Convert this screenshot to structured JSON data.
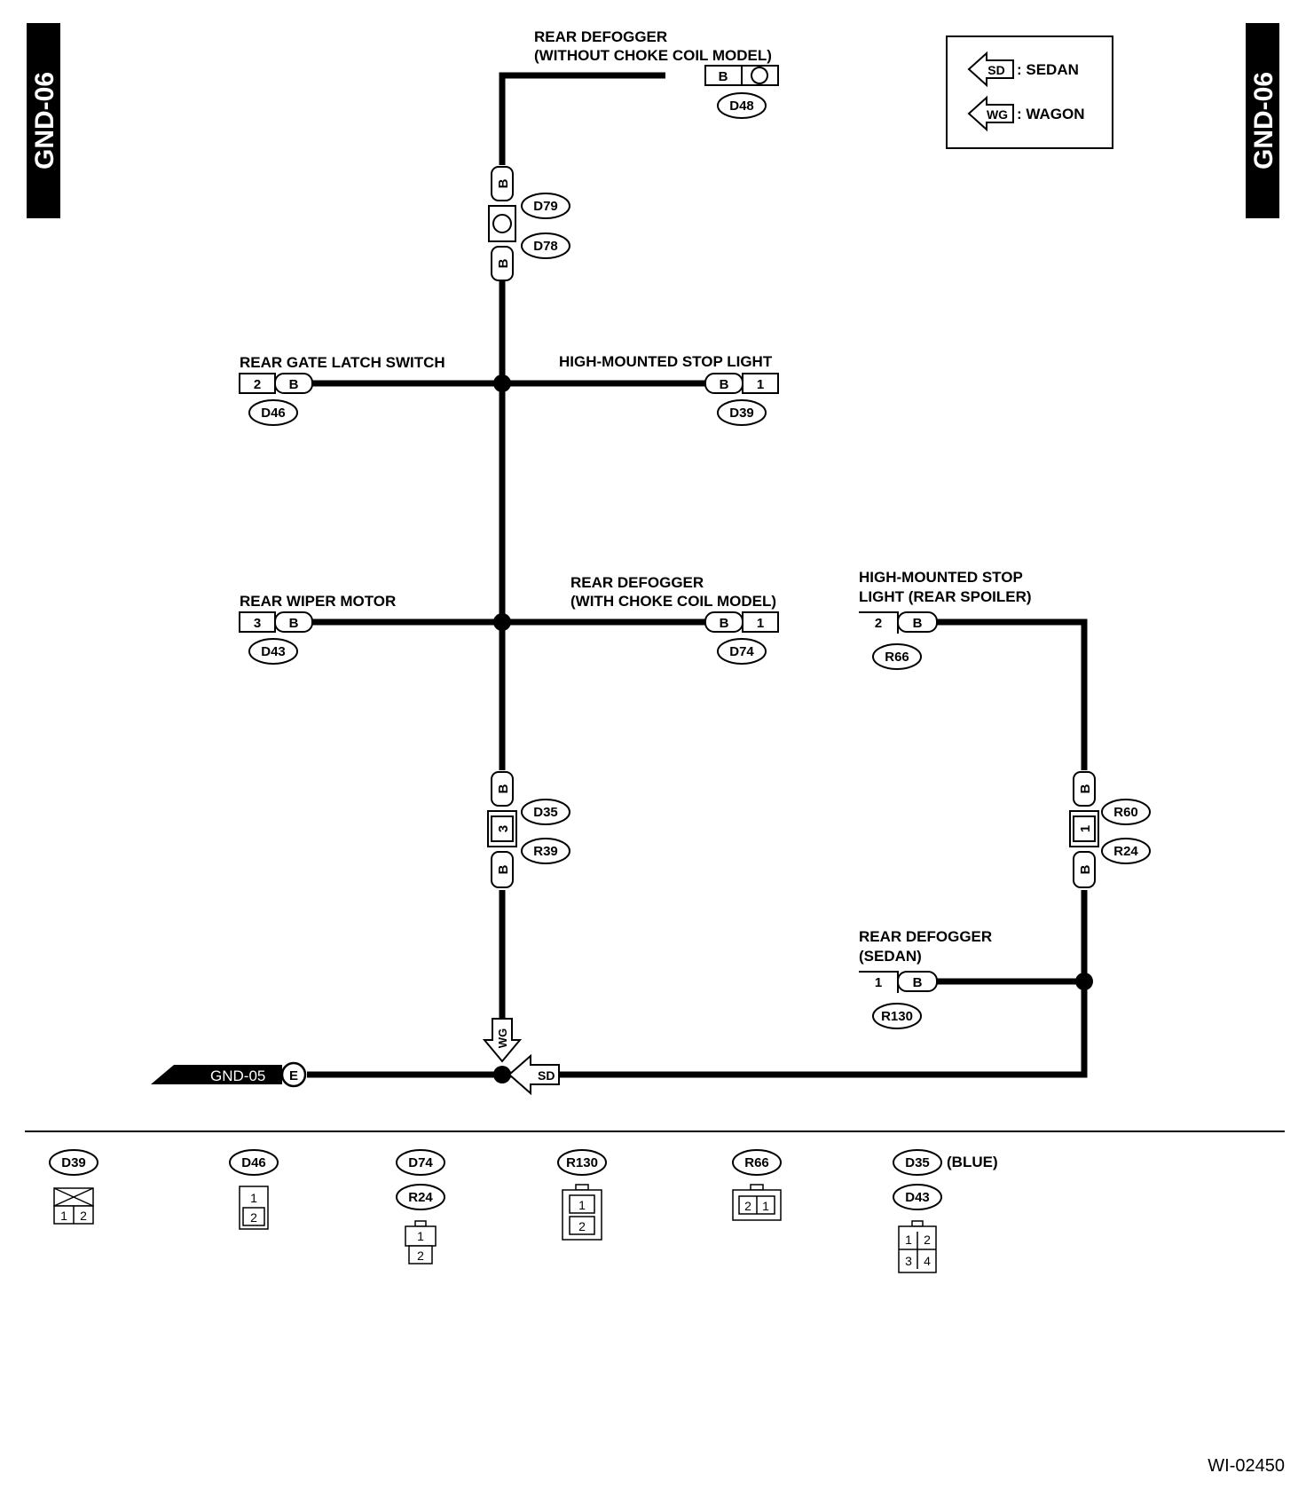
{
  "sheet": {
    "tag": "GND-06",
    "ref": "WI-02450"
  },
  "legend": {
    "sedan_code": "SD",
    "sedan_label": ": SEDAN",
    "wagon_code": "WG",
    "wagon_label": ": WAGON"
  },
  "components": {
    "rear_defogger_wo": {
      "line1": "REAR DEFOGGER",
      "line2": "(WITHOUT CHOKE COIL MODEL)",
      "pin": "B",
      "conn": "D48"
    },
    "inline_d79_d78": {
      "pin_top": "B",
      "pin_bottom": "B",
      "conn_top": "D79",
      "conn_bottom": "D78"
    },
    "rear_gate_latch": {
      "label": "REAR GATE LATCH SWITCH",
      "pin_num": "2",
      "pin": "B",
      "conn": "D46"
    },
    "hm_stop_light": {
      "label": "HIGH-MOUNTED STOP LIGHT",
      "pin": "B",
      "pin_num": "1",
      "conn": "D39"
    },
    "rear_wiper": {
      "label": "REAR WIPER MOTOR",
      "pin_num": "3",
      "pin": "B",
      "conn": "D43"
    },
    "rear_defogger_w": {
      "line1": "REAR DEFOGGER",
      "line2": "(WITH CHOKE COIL MODEL)",
      "pin": "B",
      "pin_num": "1",
      "conn": "D74"
    },
    "hm_stop_spoiler": {
      "line1": "HIGH-MOUNTED STOP",
      "line2": "LIGHT (REAR SPOILER)",
      "pin_num": "2",
      "pin": "B",
      "conn": "R66"
    },
    "inline_r60_r24": {
      "pin_top": "B",
      "pin_mid": "1",
      "pin_bottom": "B",
      "conn_top": "R60",
      "conn_bottom": "R24"
    },
    "inline_d35_r39": {
      "pin_top": "B",
      "pin_mid": "3",
      "pin_bottom": "B",
      "conn_top": "D35",
      "conn_bottom": "R39"
    },
    "rear_defogger_sedan": {
      "line1": "REAR DEFOGGER",
      "line2": "(SEDAN)",
      "pin_num": "1",
      "pin": "B",
      "conn": "R130"
    },
    "ground": {
      "ref": "GND-05",
      "point": "E",
      "wg": "WG",
      "sd": "SD"
    }
  },
  "connector_views": {
    "d39": {
      "ids": [
        "D39"
      ],
      "pins": [
        "1",
        "2"
      ]
    },
    "d46": {
      "ids": [
        "D46"
      ],
      "pins": [
        "1",
        "2"
      ]
    },
    "d74_r24": {
      "ids": [
        "D74",
        "R24"
      ],
      "pins": [
        "1",
        "2"
      ]
    },
    "r130": {
      "ids": [
        "R130"
      ],
      "pins": [
        "1",
        "2"
      ]
    },
    "r66": {
      "ids": [
        "R66"
      ],
      "pins": [
        "2",
        "1"
      ]
    },
    "d35_d43": {
      "ids": [
        "D35",
        "D43"
      ],
      "note": "(BLUE)",
      "pins": [
        "1",
        "2",
        "3",
        "4"
      ]
    }
  }
}
